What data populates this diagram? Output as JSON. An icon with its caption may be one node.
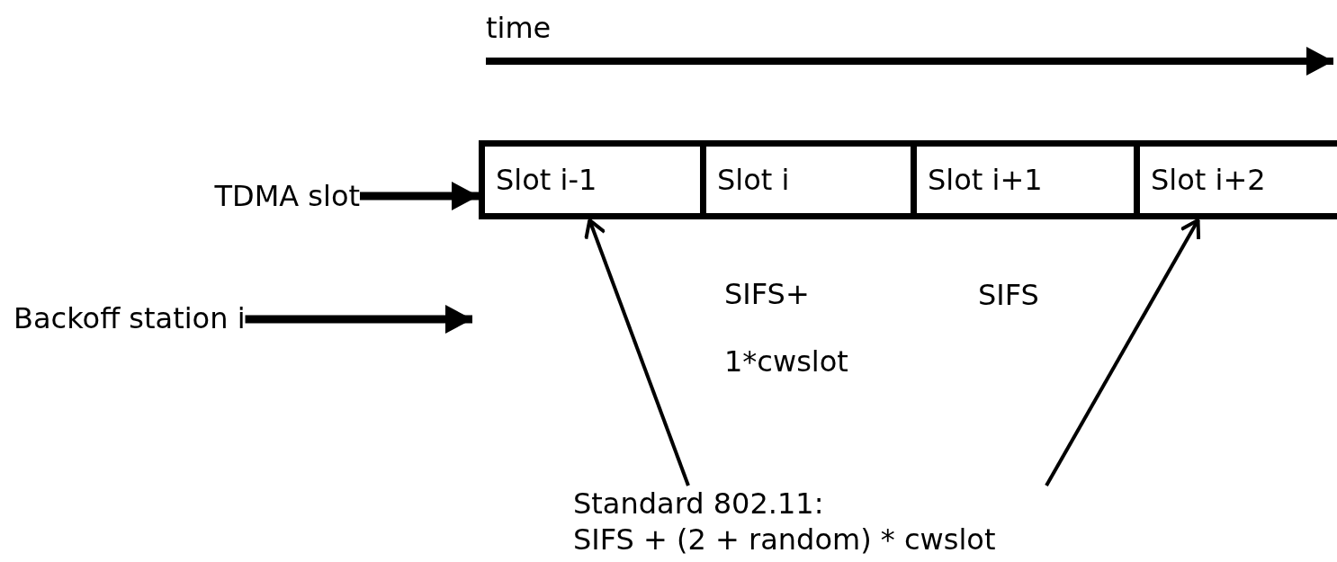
{
  "diagram": {
    "nodes": [
      {
        "text": [
          "TDMA slot"
        ]
      },
      {
        "text": [
          "Slot i-1"
        ]
      },
      {
        "text": [
          "Slot i"
        ]
      },
      {
        "text": [
          "Slot i+1"
        ]
      },
      {
        "text": [
          "Slot i+2"
        ]
      },
      {
        "text": [
          "Backoff station i"
        ]
      },
      {
        "text": [
          "Standard 802.11:",
          "SIFS + (2 + random) * cwslot"
        ]
      }
    ],
    "edges": [
      {
        "from": 0,
        "to": 1,
        "arrow": "to",
        "style": "thick"
      },
      {
        "from": 5,
        "to": null,
        "arrow": "to",
        "style": "thick"
      },
      {
        "from": 6,
        "to": 1,
        "arrow": "to"
      },
      {
        "from": 6,
        "to": 4,
        "arrow": "to"
      }
    ],
    "labels": [
      "time",
      "SIFS+ 1*cwslot",
      "SIFS"
    ]
  }
}
